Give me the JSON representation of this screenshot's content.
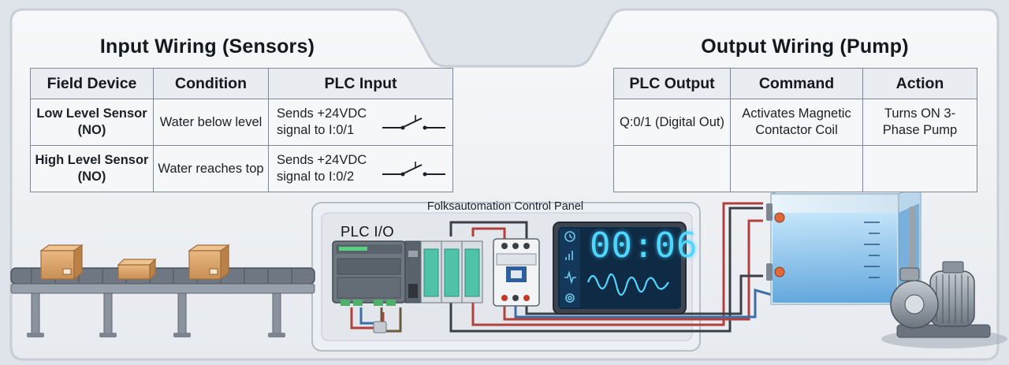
{
  "input_section": {
    "title": "Input Wiring (Sensors)",
    "headers": [
      "Field Device",
      "Condition",
      "PLC Input"
    ],
    "rows": [
      {
        "device": "Low Level Sensor (NO)",
        "condition": "Water below level",
        "plc_input": "Sends +24VDC signal to I:0/1"
      },
      {
        "device": "High Level Sensor (NO)",
        "condition": "Water reaches top",
        "plc_input": "Sends +24VDC signal to I:0/2"
      }
    ]
  },
  "output_section": {
    "title": "Output Wiring (Pump)",
    "headers": [
      "PLC Output",
      "Command",
      "Action"
    ],
    "rows": [
      {
        "plc_output": "Q:0/1 (Digital Out)",
        "command": "Activates Magnetic Contactor Coil",
        "action": "Turns ON 3-Phase Pump"
      }
    ],
    "icons": {
      "command": "contactor-coil-icon",
      "action": "arrow-to-motor-icon"
    }
  },
  "control_panel": {
    "label": "Folksautomation Control Panel",
    "plc_label": "PLC I/O",
    "timer_display": "00:06",
    "hmi_icons": [
      "clock-icon",
      "bar-chart-icon",
      "waveform-icon",
      "settings-icon"
    ]
  },
  "colors": {
    "frame": "#c9ced6",
    "table_border": "#7e8793",
    "plc_body": "#6d7780",
    "io_module_green": "#4fc3a8",
    "hmi_screen": "#0e2a44",
    "hmi_text": "#4fd8ff",
    "wire_red": "#b0413e",
    "wire_blue": "#3c6ea8",
    "water": "#6fb6e8",
    "box": "#d9a46b"
  }
}
